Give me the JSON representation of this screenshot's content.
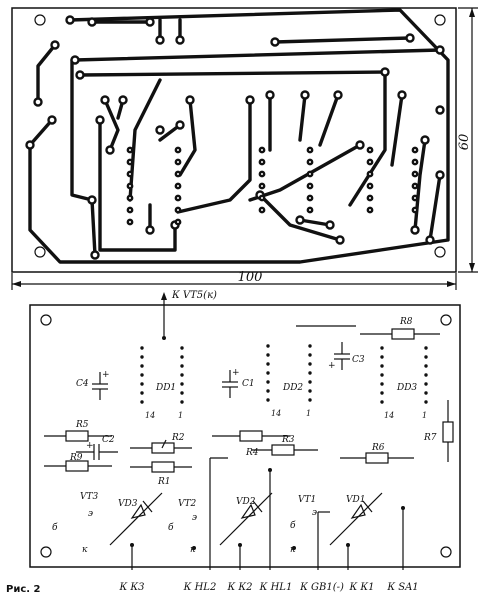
{
  "dimensions": {
    "width_label": "100",
    "height_label": "60"
  },
  "ics": [
    {
      "name": "DD1",
      "pin14": "14",
      "pin1": "1"
    },
    {
      "name": "DD2",
      "pin14": "14",
      "pin1": "1"
    },
    {
      "name": "DD3",
      "pin14": "14",
      "pin1": "1"
    }
  ],
  "capacitors": [
    "C1",
    "C2",
    "C3",
    "C4"
  ],
  "resistors": [
    "R1",
    "R2",
    "R3",
    "R4",
    "R5",
    "R6",
    "R7",
    "R8",
    "R9"
  ],
  "transistors": [
    "VT1",
    "VT2",
    "VT3"
  ],
  "diodes": [
    "VD1",
    "VD2",
    "VD3"
  ],
  "pin_marks": {
    "emitter": "э",
    "base": "б",
    "collector": "к"
  },
  "polarity": "+",
  "top_connector": "К VT5(к)",
  "bottom_connectors": [
    "К К3",
    "К НL2",
    "К К2",
    "К НL1",
    "К GB1(-)",
    "К К1",
    "К SA1"
  ],
  "caption": "Рис. 2"
}
